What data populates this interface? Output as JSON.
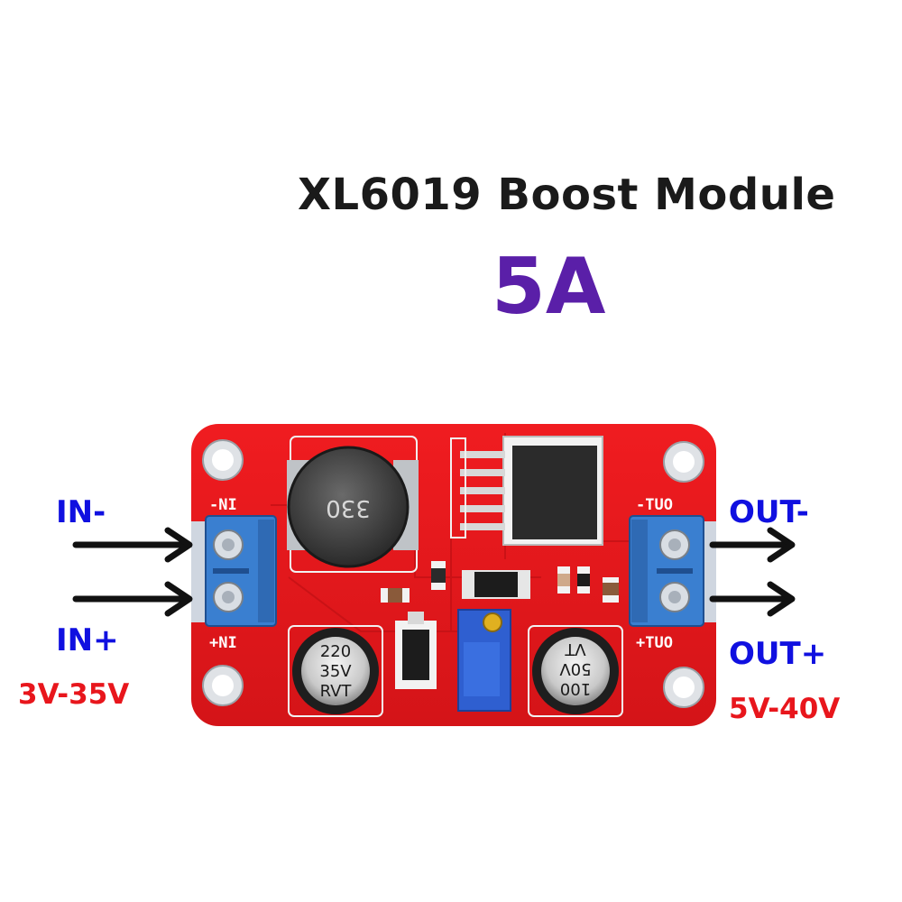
{
  "title": "XL6019 Boost Module",
  "rating": "5A",
  "input": {
    "minus_label": "IN-",
    "plus_label": "IN+",
    "range": "3V-35V"
  },
  "output": {
    "minus_label": "OUT-",
    "plus_label": "OUT+",
    "range": "5V-40V"
  },
  "silkscreen": {
    "in_minus": "-NI",
    "in_plus": "+NI",
    "out_minus": "-TUO",
    "out_plus": "+TUO"
  },
  "inductor_marking": "330",
  "input_cap_marking": [
    "220",
    "35V",
    "RVT"
  ],
  "output_cap_marking": [
    "100",
    "50V",
    "VT"
  ],
  "colors": {
    "board": "#e8171b",
    "terminal": "#3a7fd0",
    "rating": "#5a1fa8",
    "labels_blue": "#1010e0",
    "labels_red": "#e8161c"
  }
}
